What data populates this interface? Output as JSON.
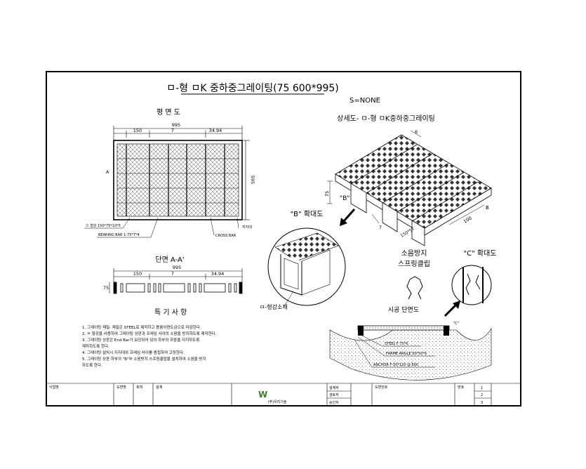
{
  "title": "ㅁ-형  ㅁK 중하중그레이팅(75 600*995)",
  "scale": "S=NONE",
  "plan": {
    "heading": "평 면 도",
    "dim_total": "995",
    "dim_left": "150",
    "dim_mid": "7",
    "dim_right": "34.94",
    "dim_side": "595",
    "section_mark": "A",
    "label_bearing": "BEARING BAR  1-75*7*4",
    "label_cross": "CROSS BAR",
    "label_frame": "ㅁ 형강  150*75*10*5",
    "label_right": "지지대"
  },
  "section": {
    "heading": "단면 A-A'",
    "dim_total": "995",
    "dim_left": "150",
    "dim_mid": "7",
    "dim_right": "34.94",
    "dim_height": "75"
  },
  "iso": {
    "heading": "상세도- ㅁ-형 ㅁK중하중그레이팅",
    "dim_6": "6",
    "dim_75": "75",
    "mark_b": "\"B\"",
    "dim_7": "7",
    "dim_100": "100",
    "mark_b2": "B",
    "label_clip": "150*5T"
  },
  "detail_b": {
    "heading": "\"B\" 확대도",
    "label": "ㅁ-형강소재"
  },
  "spring": {
    "line1": "소음방지",
    "line2": "스프링클립",
    "caption": "시공 단면도"
  },
  "detail_c": {
    "heading": "\"C\" 확대도",
    "mark": "\"C\""
  },
  "install": {
    "label_steel": "STEEL F 75*6",
    "label_frame": "FRAME ANGLE 50*50*6",
    "label_anchor": "ANCHOR F-50*120 @ 600"
  },
  "notes": {
    "heading": "특 기 사 항",
    "lines": [
      "1. 그레이팅 재질: 재질은 STEEL로 제작하고 용융아연도금으로 마감한다.",
      "2. ㅁ 형강을 사용하여 그레이팅 상판과 프레임 사이의 소음을 방지하도록 제작한다.",
      "3. 그레이팅 상판은  End  Bar가 보강되어 있어 하부의 하중을 지지하도록",
      "   제작하도록 한다.",
      "4. 그레이팅 설치시 지지대와 프레임 사이를 용접하여 고정한다.",
      "5. 그레이팅 상판 하부의 \"B\"부 소음방지 스프링클립을 설치하여 소음을 방지",
      "   하도록 한다."
    ]
  },
  "titleblock": {
    "project": "사업명",
    "col2": "도면명",
    "col3": "축척",
    "col4": "설계",
    "logo_text": "W",
    "company": "(주)우리기술",
    "row1": "설계자",
    "row2": "검토자",
    "row3": "승인자",
    "dwg_label": "도면번호",
    "sheet_label": "번호",
    "sheet_a": "1",
    "sheet_b": "2",
    "sheet_c": "3"
  }
}
